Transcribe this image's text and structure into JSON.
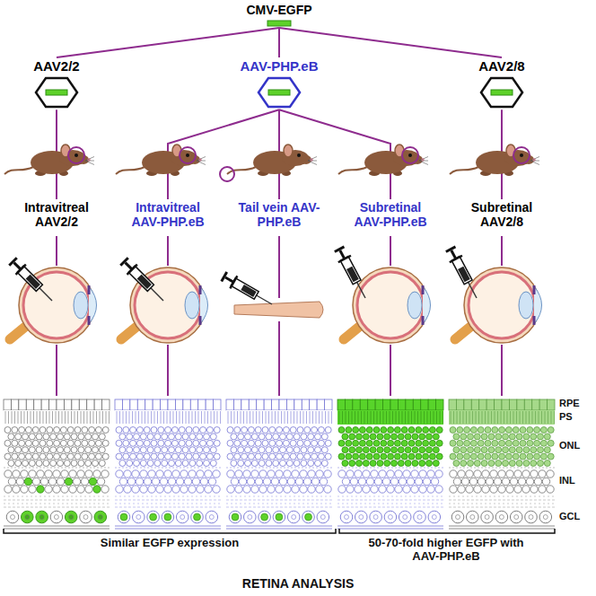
{
  "diagram": {
    "caption": "RETINA ANALYSIS",
    "nodes": [
      {
        "text": [
          "CMV-EGFP"
        ]
      },
      {
        "text": [
          "AAV2/2"
        ]
      },
      {
        "text": [
          "AAV-PHP.eB"
        ]
      },
      {
        "text": [
          "AAV2/8"
        ]
      },
      {
        "text": [
          "Intravitreal AAV2/2"
        ]
      },
      {
        "text": [
          "Intravitreal AAV-PHP.eB"
        ]
      },
      {
        "text": [
          "Tail vein AAV-PHP.eB"
        ]
      },
      {
        "text": [
          "Subretinal AAV-PHP.eB"
        ]
      },
      {
        "text": [
          "Subretinal AAV2/8"
        ]
      }
    ],
    "edges": [
      {
        "from": 0,
        "to": 1,
        "arrow": "none"
      },
      {
        "from": 0,
        "to": 2,
        "arrow": "none"
      },
      {
        "from": 0,
        "to": 3,
        "arrow": "none"
      },
      {
        "from": 1,
        "to": 4,
        "arrow": "none"
      },
      {
        "from": 2,
        "to": 5,
        "arrow": "none"
      },
      {
        "from": 2,
        "to": 6,
        "arrow": "none"
      },
      {
        "from": 2,
        "to": 7,
        "arrow": "none"
      },
      {
        "from": 3,
        "to": 8,
        "arrow": "none"
      }
    ],
    "labels": [
      "RPE",
      "PS",
      "ONL",
      "INL",
      "GCL",
      "Similar EGFP expression",
      "50-70-fold higher EGFP with AAV-PHP.eB"
    ]
  }
}
